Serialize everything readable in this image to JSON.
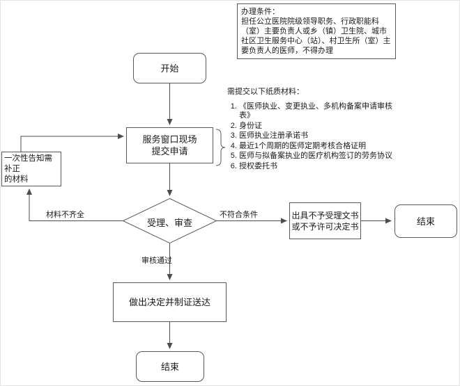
{
  "note": {
    "title": "办理条件：",
    "body": "担任公立医院院级领导职务、行政职能科（室）主要负责人或乡（镇）卫生院、城市社区卫生服务中心（站）、村卫生所（室）主要负责人的医师，不得办理"
  },
  "materials": {
    "title": "需提交以下纸质材料：",
    "items": [
      "《医师执业、变更执业、多机构备案申请审核表》",
      "身份证",
      "医师执业注册承诺书",
      "最近1个周期的医师定期考核合格证明",
      "医师与拟备案执业的医疗机构签订的劳务协议",
      "授权委托书"
    ]
  },
  "nodes": {
    "start": {
      "label": "开始"
    },
    "submit": {
      "lines": [
        "服务窗口现场",
        "提交申请"
      ]
    },
    "notify": {
      "lines": [
        "一次性告知需补正",
        "的材料"
      ]
    },
    "review": {
      "label": "受理、审查"
    },
    "reject_doc": {
      "lines": [
        "出具不予受理文书",
        "或不予许可决定书"
      ]
    },
    "end_right": {
      "label": "结束"
    },
    "decide": {
      "label": "做出决定并制证送达"
    },
    "end_bottom": {
      "label": "结束"
    }
  },
  "edge_labels": {
    "incomplete": "材料不齐全",
    "not_qualified": "不符合条件",
    "approved": "审核通过"
  },
  "colors": {
    "line": "#4d4d4d",
    "box_border": "#595959",
    "text": "#1a1a1a",
    "background": "#ffffff"
  }
}
